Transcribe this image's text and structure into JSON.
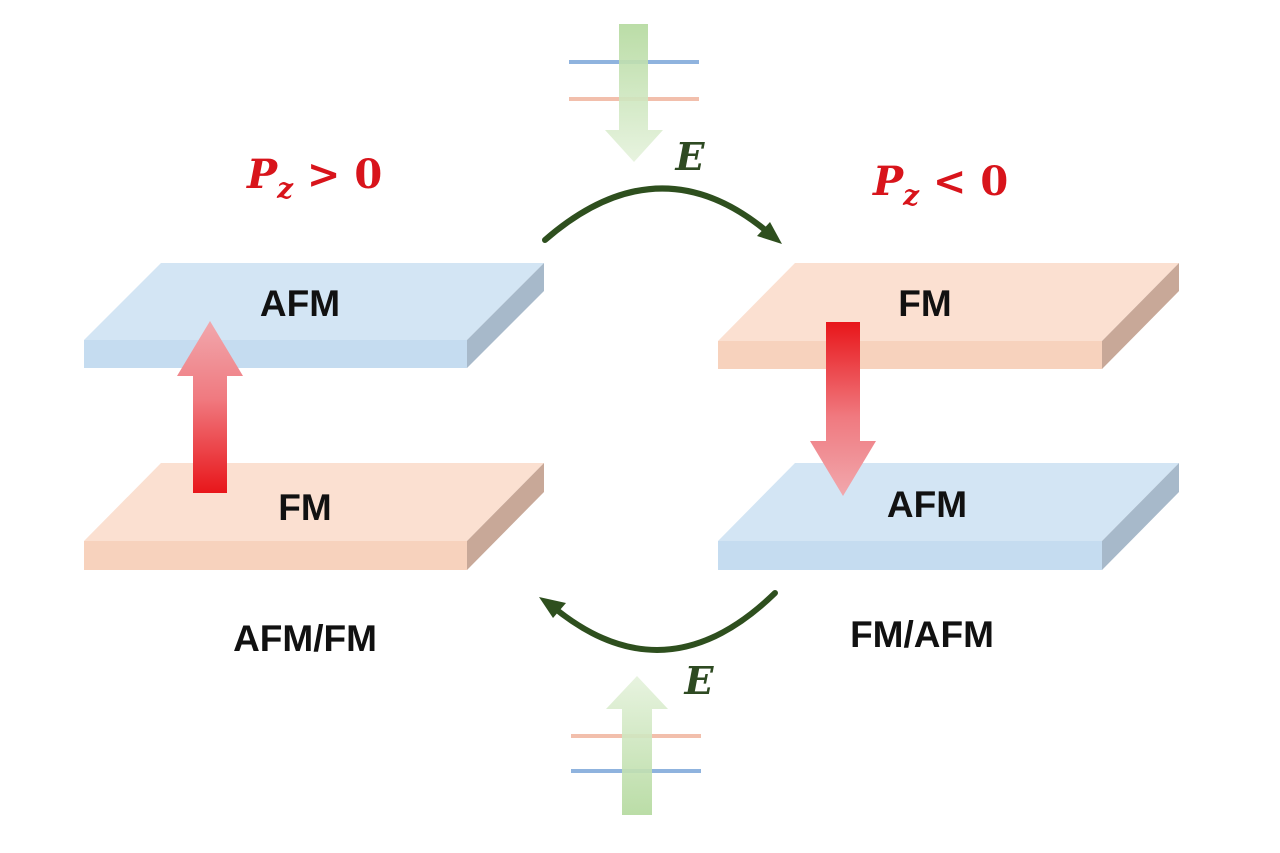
{
  "colors": {
    "afm_top": "#d3e5f4",
    "afm_front": "#c5dcf0",
    "afm_side": "#a7b9ca",
    "fm_top": "#fbe0d1",
    "fm_front": "#f7d2bd",
    "fm_side": "#c8a898",
    "polarization_arrow": "#e8161a",
    "polarization_text": "#d8141b",
    "switch_arrow": "#2e4f1e",
    "field_text": "#2e4a22",
    "field_arrow": "#b7dca2",
    "level_blue": "#8fb3de",
    "level_orange": "#f2bfac"
  },
  "left": {
    "polarization": {
      "symbol": "P",
      "subscript": "z",
      "relation": " > 0"
    },
    "top_layer": "AFM",
    "bottom_layer": "FM",
    "config": "AFM/FM"
  },
  "right": {
    "polarization": {
      "symbol": "P",
      "subscript": "z",
      "relation": " < 0"
    },
    "top_layer": "FM",
    "bottom_layer": "AFM",
    "config": "FM/AFM"
  },
  "field_top": "E",
  "field_bottom": "E"
}
